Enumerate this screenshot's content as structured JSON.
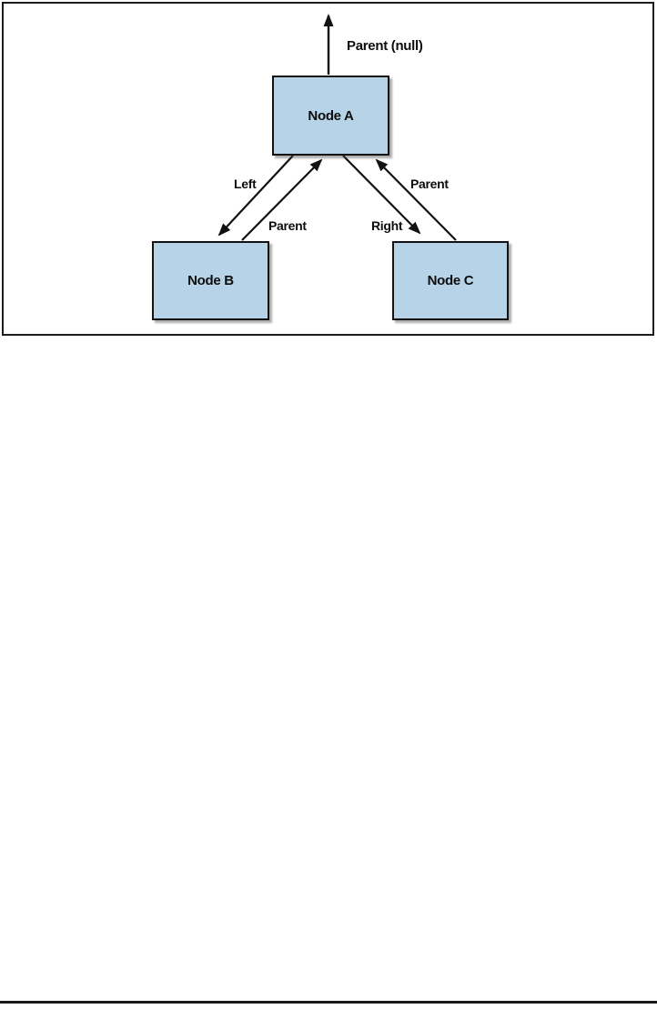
{
  "figure": {
    "nodes": [
      {
        "id": "node-a",
        "label": "Node A"
      },
      {
        "id": "node-b",
        "label": "Node B"
      },
      {
        "id": "node-c",
        "label": "Node C"
      }
    ],
    "edges": [
      {
        "id": "parent-null",
        "label": "Parent (null)",
        "from": "node-a",
        "to": "null"
      },
      {
        "id": "left",
        "label": "Left",
        "from": "node-a",
        "to": "node-b"
      },
      {
        "id": "parent-b",
        "label": "Parent",
        "from": "node-b",
        "to": "node-a"
      },
      {
        "id": "right",
        "label": "Right",
        "from": "node-a",
        "to": "node-c"
      },
      {
        "id": "parent-c",
        "label": "Parent",
        "from": "node-c",
        "to": "node-a"
      }
    ],
    "colors": {
      "node_fill": "#b7d3e8",
      "node_border": "#121212",
      "arrow": "#121212",
      "frame_border": "#1c1c1c"
    }
  }
}
